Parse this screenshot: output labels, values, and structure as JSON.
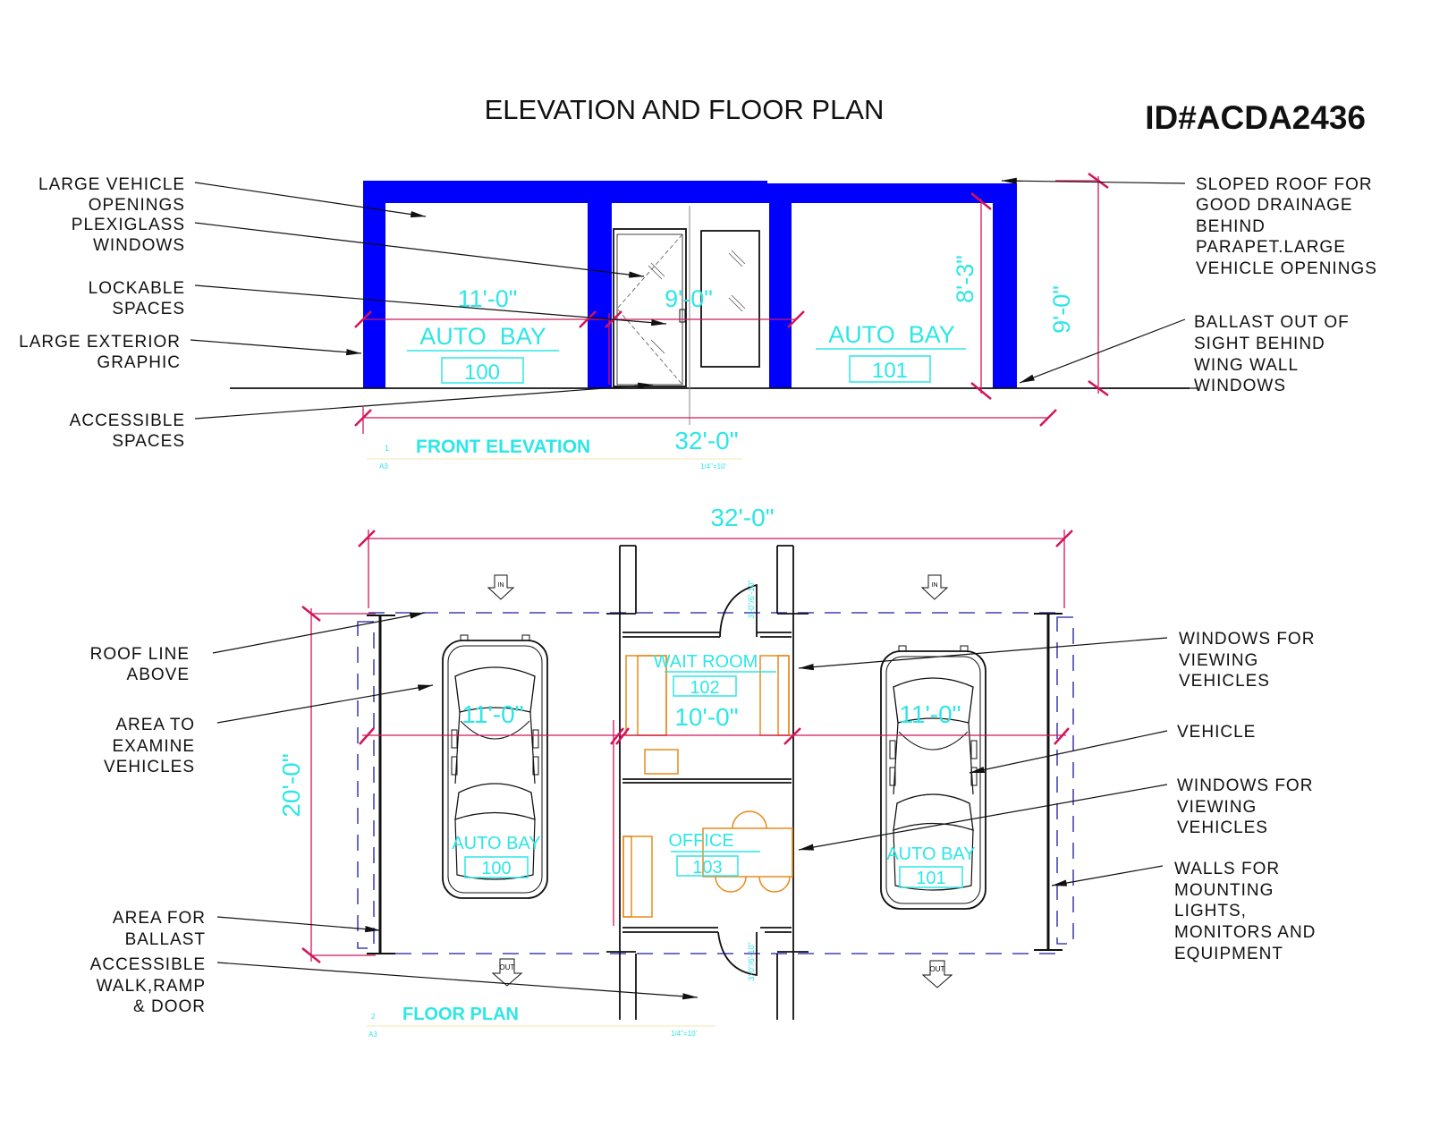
{
  "title": "ELEVATION AND FLOOR PLAN",
  "drawing_id": "ID#ACDA2436",
  "elevation": {
    "caption": "FRONT ELEVATION",
    "caption_num": "1",
    "sheet": "A3",
    "scale": "1/4\"=10'",
    "bays": [
      {
        "name": "AUTO  BAY",
        "number": "100",
        "width_dim": "11'-0\""
      },
      {
        "name": "AUTO  BAY",
        "number": "101"
      }
    ],
    "middle_dim": "9'-0\"",
    "overall_dim": "32'-0\"",
    "opening_height_dim": "8'-3\"",
    "overall_height_dim": "9'-0\"",
    "left_notes": [
      [
        "LARGE VEHICLE",
        "OPENINGS"
      ],
      [
        "PLEXIGLASS",
        "WINDOWS"
      ],
      [
        "LOCKABLE",
        "SPACES"
      ],
      [
        "LARGE EXTERIOR",
        "GRAPHIC"
      ],
      [
        "ACCESSIBLE",
        "SPACES"
      ]
    ],
    "right_notes": [
      [
        "SLOPED ROOF FOR",
        "GOOD DRAINAGE",
        "BEHIND",
        "PARAPET.LARGE",
        "VEHICLE OPENINGS"
      ],
      [
        "BALLAST OUT OF",
        "SIGHT BEHIND",
        "WING WALL",
        "WINDOWS"
      ]
    ]
  },
  "plan": {
    "caption": "FLOOR PLAN",
    "caption_num": "2",
    "sheet": "A3",
    "scale": "1/4\"=10'",
    "overall_dim": "32'-0\"",
    "depth_dim": "20'-0\"",
    "bays": [
      {
        "name": "AUTO BAY",
        "number": "100",
        "width_dim": "11'-0\""
      },
      {
        "name": "AUTO BAY",
        "number": "101",
        "width_dim": "11'-0\""
      }
    ],
    "rooms": [
      {
        "name": "WAIT ROOM",
        "number": "102",
        "width_dim": "10'-0\""
      },
      {
        "name": "OFFICE",
        "number": "103"
      }
    ],
    "door_tag": "3'-0\"/6'-10\"",
    "in_label": "IN",
    "out_label": "OUT",
    "left_notes": [
      [
        "ROOF LINE",
        "ABOVE"
      ],
      [
        "AREA TO",
        "EXAMINE",
        "VEHICLES"
      ],
      [
        "AREA FOR",
        "BALLAST"
      ],
      [
        "ACCESSIBLE",
        "WALK,RAMP",
        "& DOOR"
      ]
    ],
    "right_notes": [
      [
        "WINDOWS FOR",
        "VIEWING",
        "VEHICLES"
      ],
      [
        "VEHICLE"
      ],
      [
        "WINDOWS FOR",
        "VIEWING",
        "VEHICLES"
      ],
      [
        "WALLS FOR",
        "MOUNTING",
        "LIGHTS,",
        "MONITORS AND",
        "EQUIPMENT"
      ]
    ]
  },
  "colors": {
    "frame": "#0000ff",
    "text_cyan": "#2ee6e6",
    "dim": "#d4145a",
    "furniture": "#e88a1a"
  }
}
